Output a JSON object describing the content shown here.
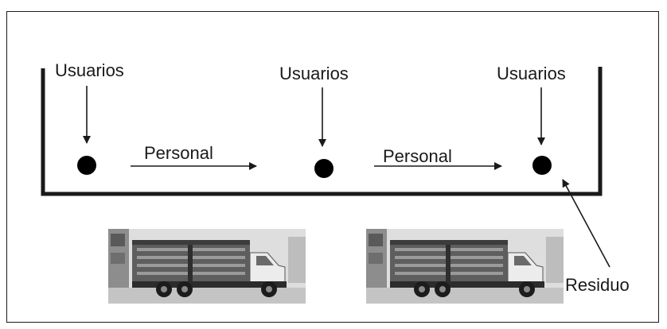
{
  "diagram": {
    "users_labels": [
      "Usuarios",
      "Usuarios",
      "Usuarios"
    ],
    "staff_labels": [
      "Personal",
      "Personal"
    ],
    "waste_label": "Residuo",
    "photos": [
      {
        "subject": "garbage-truck",
        "style": "grayscale"
      },
      {
        "subject": "garbage-truck",
        "style": "grayscale"
      }
    ]
  }
}
